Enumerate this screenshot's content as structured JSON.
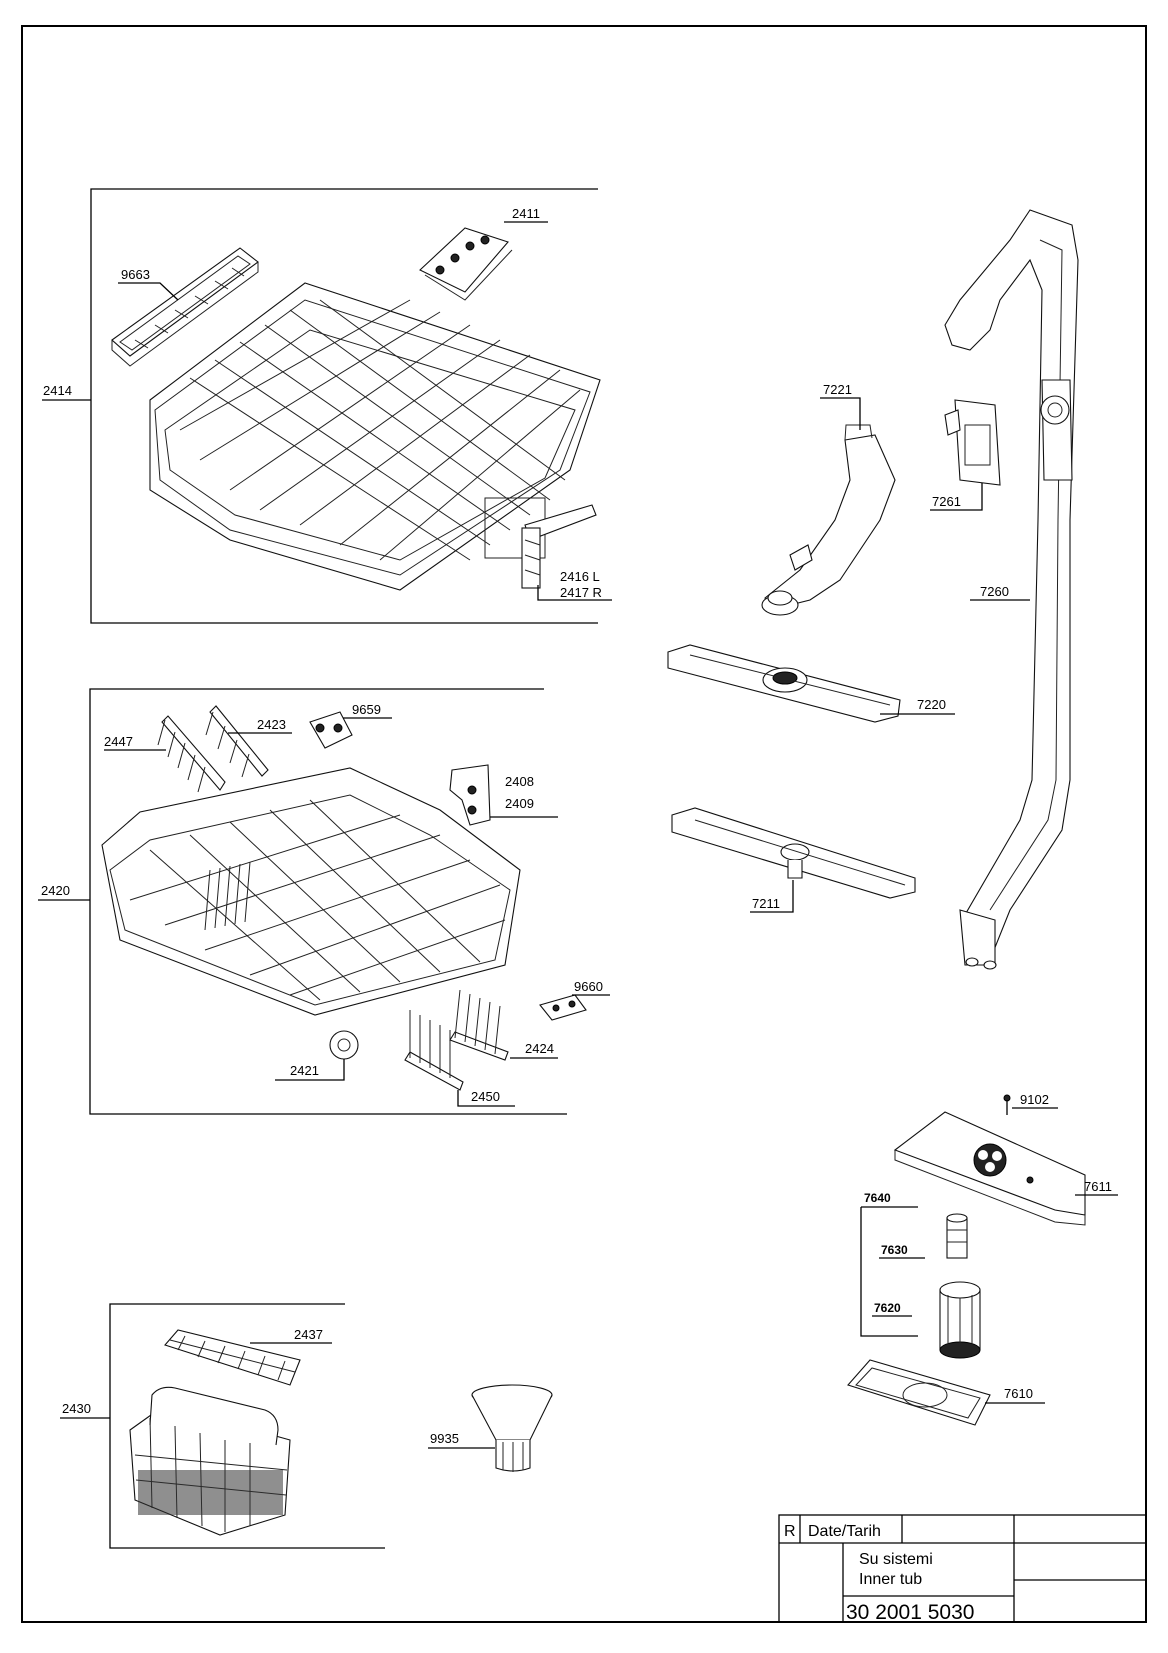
{
  "callouts": {
    "c2411": "2411",
    "c9663": "9663",
    "c2414": "2414",
    "c2416": "2416 L",
    "c2417": "2417 R",
    "c7221": "7221",
    "c7261": "7261",
    "c7260": "7260",
    "c7220": "7220",
    "c7211": "7211",
    "c9659": "9659",
    "c2423": "2423",
    "c2447": "2447",
    "c2408": "2408",
    "c2409": "2409",
    "c2420": "2420",
    "c9660": "9660",
    "c2424": "2424",
    "c2421": "2421",
    "c2450": "2450",
    "c9102": "9102",
    "c7611": "7611",
    "c7640": "7640",
    "c7630": "7630",
    "c7620": "7620",
    "c7610": "7610",
    "c2437": "2437",
    "c2430": "2430",
    "c9935": "9935"
  },
  "title_block": {
    "rev_label": "R",
    "date_label": "Date/Tarih",
    "name_tr": "Su sistemi",
    "name_en": "Inner tub",
    "code": "30 2001 5030"
  }
}
